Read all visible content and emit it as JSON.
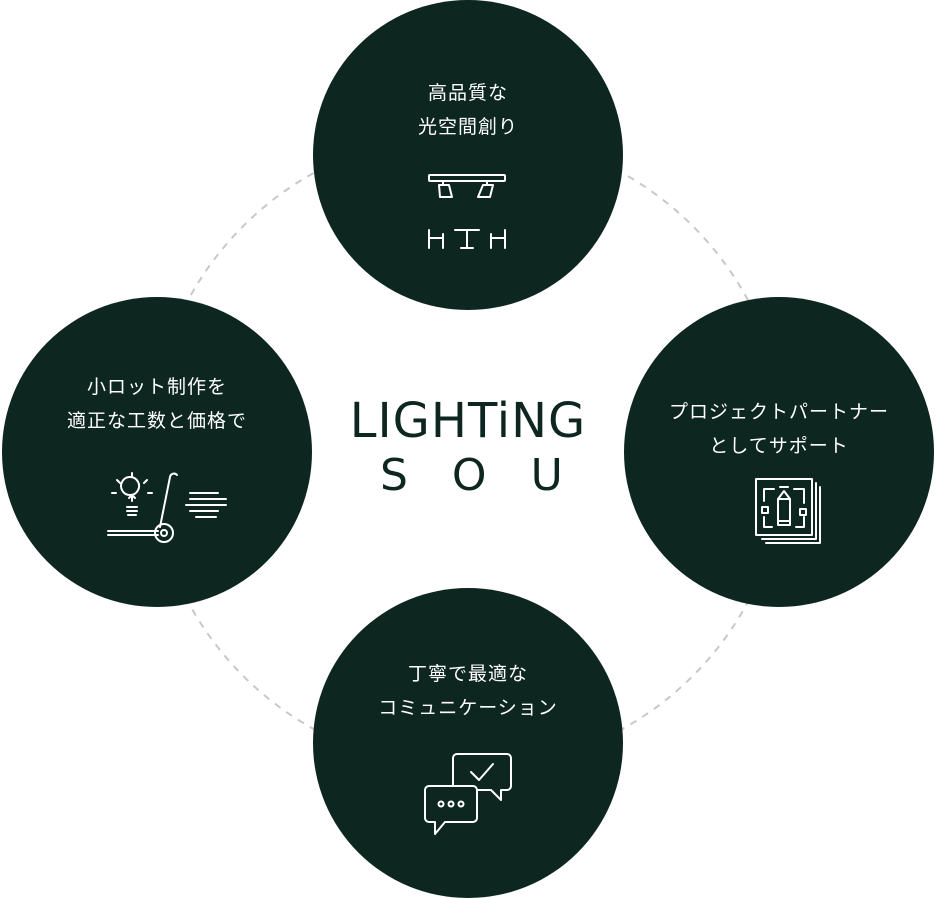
{
  "logo": {
    "line1": "LIGHTiNG",
    "line2": "SOU"
  },
  "nodes": {
    "top": {
      "line1": "高品質な",
      "line2": "光空間創り",
      "icon": "lighting-table-icon"
    },
    "left": {
      "line1": "小ロット制作を",
      "line2": "適正な工数と価格で",
      "icon": "bulb-cart-icon"
    },
    "right": {
      "line1": "プロジェクトパートナー",
      "line2": "としてサポート",
      "icon": "blueprint-pencil-icon"
    },
    "bottom": {
      "line1": "丁寧で最適な",
      "line2": "コミュニケーション",
      "icon": "chat-check-icon"
    }
  },
  "colors": {
    "circle": "#0d2620",
    "ring": "#c8c8c8",
    "text": "#ffffff"
  }
}
